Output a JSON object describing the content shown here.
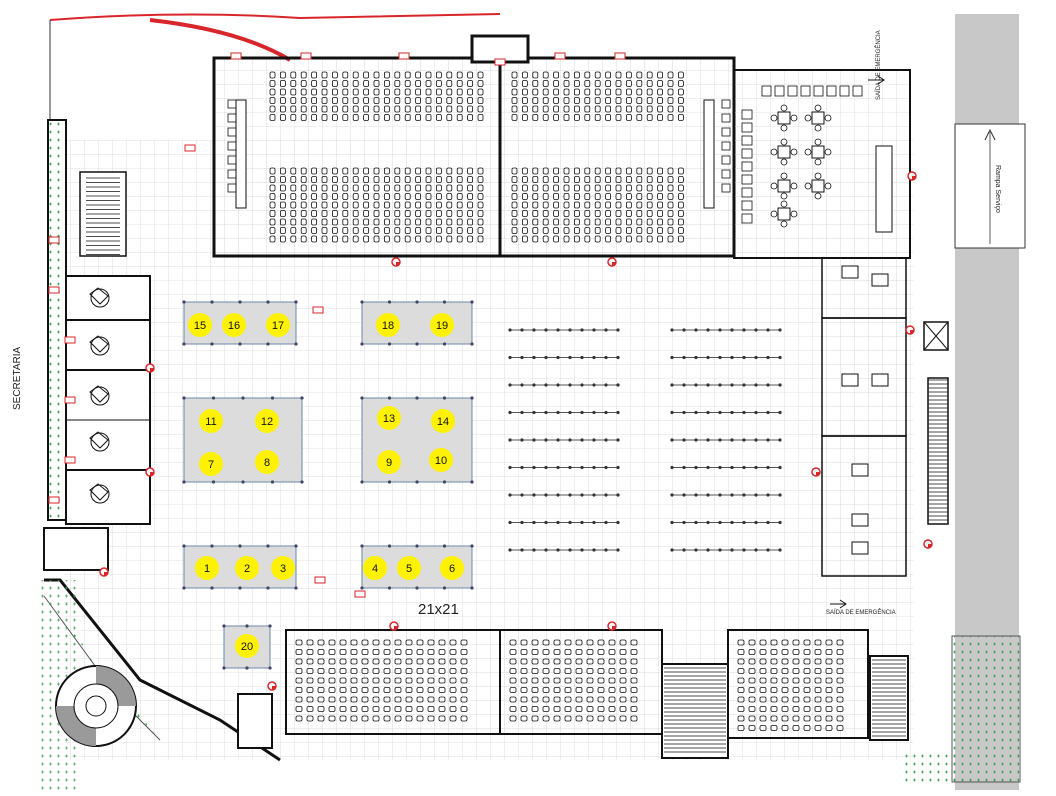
{
  "labels": {
    "secretaria": "SECRETARIA",
    "grid_size": "21x21",
    "emergency_exit_top": "SAÍDA DE EMERGÊNCIA",
    "emergency_exit_bottom": "SAÍDA DE EMERGÊNCIA",
    "service_ramp": "Rampa Serviço"
  },
  "booths": [
    "1",
    "2",
    "3",
    "4",
    "5",
    "6",
    "7",
    "8",
    "9",
    "10",
    "11",
    "12",
    "13",
    "14",
    "15",
    "16",
    "17",
    "18",
    "19",
    "20"
  ],
  "colors": {
    "wall": "#111111",
    "grid": "#d6d6d6",
    "booth_fill": "#fff200",
    "booth_area": "#dcdcdc",
    "hatch_green": "#3a9a4a",
    "red_marker": "#d8262a",
    "ramp_gray": "#c8c8c8"
  }
}
